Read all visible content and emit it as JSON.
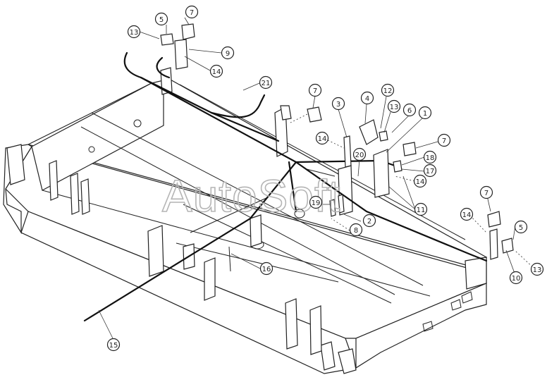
{
  "watermark": "AutoSoft",
  "callouts": [
    {
      "id": "c-7a",
      "label": "7"
    },
    {
      "id": "c-5a",
      "label": "5"
    },
    {
      "id": "c-13a",
      "label": "13"
    },
    {
      "id": "c-9",
      "label": "9"
    },
    {
      "id": "c-14a",
      "label": "14"
    },
    {
      "id": "c-21",
      "label": "21"
    },
    {
      "id": "c-7b",
      "label": "7"
    },
    {
      "id": "c-3",
      "label": "3"
    },
    {
      "id": "c-4",
      "label": "4"
    },
    {
      "id": "c-12",
      "label": "12"
    },
    {
      "id": "c-13b",
      "label": "13"
    },
    {
      "id": "c-6",
      "label": "6"
    },
    {
      "id": "c-1",
      "label": "1"
    },
    {
      "id": "c-7c",
      "label": "7"
    },
    {
      "id": "c-14b",
      "label": "14"
    },
    {
      "id": "c-20",
      "label": "20"
    },
    {
      "id": "c-18",
      "label": "18"
    },
    {
      "id": "c-17",
      "label": "17"
    },
    {
      "id": "c-14c",
      "label": "14"
    },
    {
      "id": "c-11",
      "label": "11"
    },
    {
      "id": "c-19",
      "label": "19"
    },
    {
      "id": "c-2",
      "label": "2"
    },
    {
      "id": "c-8",
      "label": "8"
    },
    {
      "id": "c-16",
      "label": "16"
    },
    {
      "id": "c-15",
      "label": "15"
    },
    {
      "id": "c-7d",
      "label": "7"
    },
    {
      "id": "c-14d",
      "label": "14"
    },
    {
      "id": "c-5b",
      "label": "5"
    },
    {
      "id": "c-10",
      "label": "10"
    },
    {
      "id": "c-13c",
      "label": "13"
    }
  ]
}
